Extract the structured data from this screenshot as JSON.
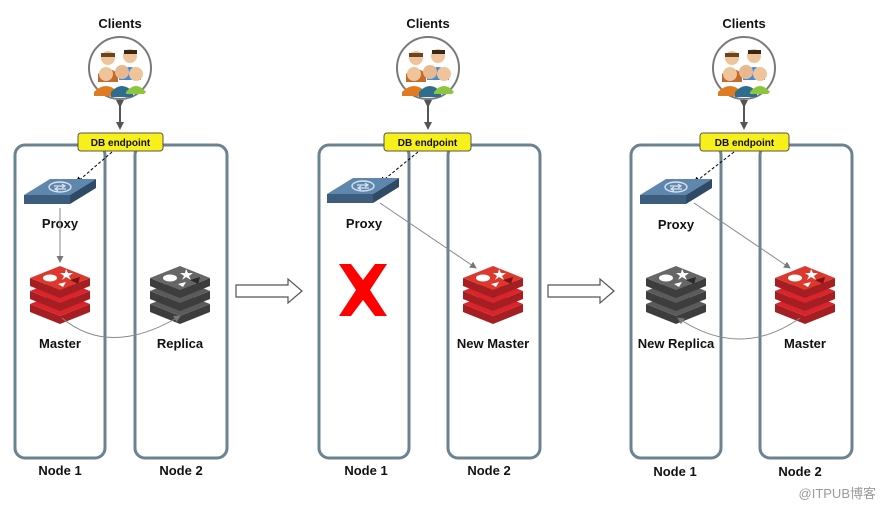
{
  "panels": [
    {
      "clients_label": "Clients",
      "endpoint_label": "DB endpoint",
      "proxy_label": "Proxy",
      "node_left_label": "Node 1",
      "node_right_label": "Node 2",
      "left_db_label": "Master",
      "right_db_label": "Replica",
      "left_db_state": "red",
      "right_db_state": "gray"
    },
    {
      "clients_label": "Clients",
      "endpoint_label": "DB endpoint",
      "proxy_label": "Proxy",
      "node_left_label": "Node 1",
      "node_right_label": "Node 2",
      "left_db_label": "",
      "right_db_label": "New Master",
      "left_db_state": "failed",
      "right_db_state": "red"
    },
    {
      "clients_label": "Clients",
      "endpoint_label": "DB endpoint",
      "proxy_label": "Proxy",
      "node_left_label": "Node 1",
      "node_right_label": "Node 2",
      "left_db_label": "New Replica",
      "right_db_label": "Master",
      "left_db_state": "gray",
      "right_db_state": "red"
    }
  ],
  "watermark": "@ITPUB博客",
  "colors": {
    "node_border": "#6b8390",
    "endpoint_fill": "#f7f01a",
    "redis_red": "#d8242a",
    "redis_gray": "#555555",
    "proxy_blue": "#4f7396",
    "fail_x": "#ff0000"
  }
}
